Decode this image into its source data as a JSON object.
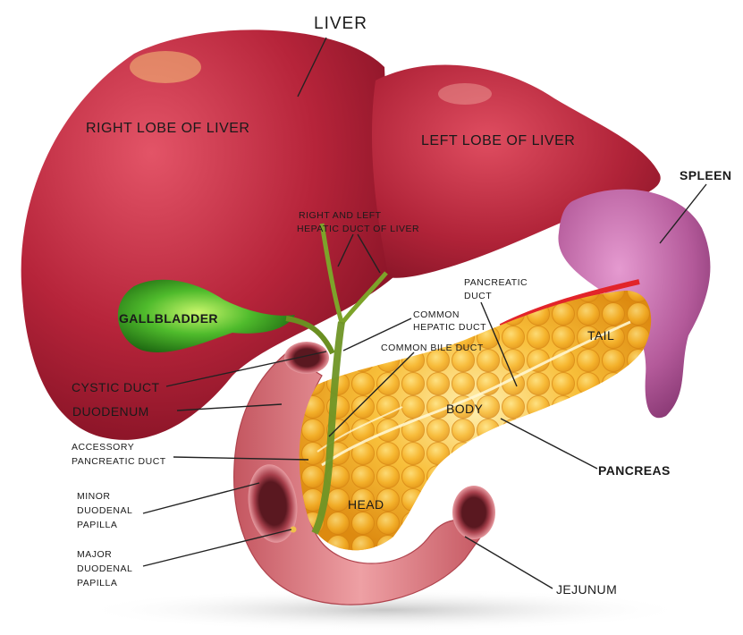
{
  "labels": {
    "liver": "LIVER",
    "right_lobe": "RIGHT LOBE OF LIVER",
    "left_lobe": "LEFT LOBE OF LIVER",
    "spleen": "SPLEEN",
    "hepatic_duct_line1": "RIGHT AND LEFT",
    "hepatic_duct_line2": "HEPATIC DUCT OF LIVER",
    "pancreatic_duct_line1": "PANCREATIC",
    "pancreatic_duct_line2": "DUCT",
    "gallbladder": "GALLBLADDER",
    "common_hepatic_line1": "COMMON",
    "common_hepatic_line2": "HEPATIC DUCT",
    "common_bile_duct": "COMMON BILE DUCT",
    "tail": "TAIL",
    "cystic_duct": "CYSTIC DUCT",
    "duodenum": "DUODENUM",
    "body": "BODY",
    "accessory_line1": "ACCESSORY",
    "accessory_line2": "PANCREATIC DUCT",
    "pancreas": "PANCREAS",
    "minor_line1": "MINOR",
    "minor_line2": "DUODENAL",
    "minor_line3": "PAPILLA",
    "head": "HEAD",
    "major_line1": "MAJOR",
    "major_line2": "DUODENAL",
    "major_line3": "PAPILLA",
    "jejunum": "JEJUNUM"
  },
  "colors": {
    "liver": "#b5253a",
    "gallbladder": "#3fae2a",
    "pancreas": "#f2a81d",
    "spleen": "#b05a98",
    "duodenum": "#d9747c",
    "bile_duct": "#7a9a2a"
  }
}
